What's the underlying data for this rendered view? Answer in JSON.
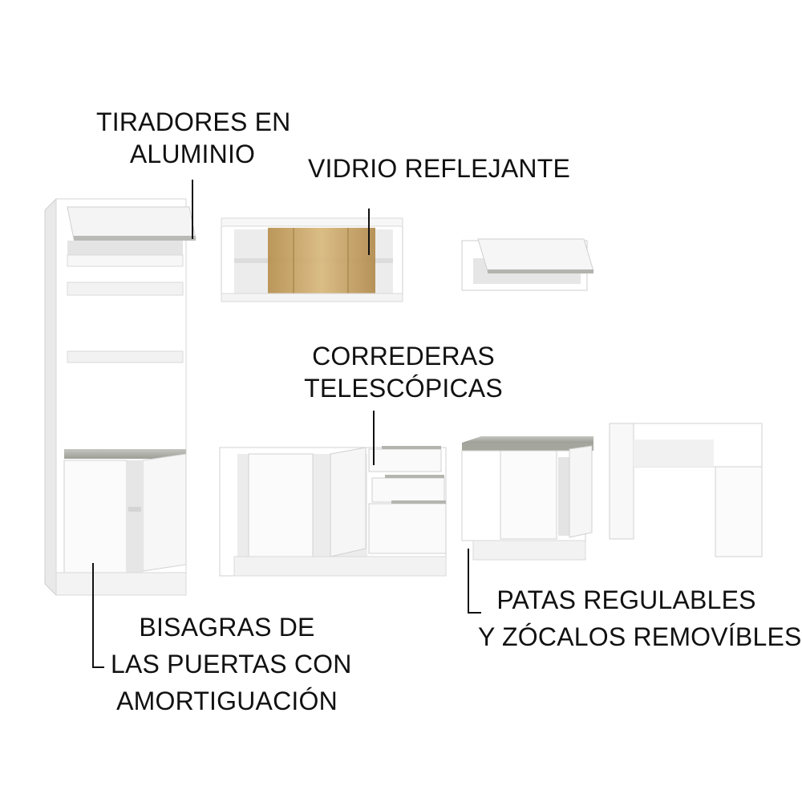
{
  "labels": {
    "tiradores": {
      "line1": "TIRADORES EN",
      "line2": "ALUMINIO"
    },
    "vidrio": {
      "line1": "VIDRIO REFLEJANTE"
    },
    "correderas": {
      "line1": "CORREDERAS",
      "line2": "TELESCÓPICAS"
    },
    "bisagras": {
      "line1": "BISAGRAS DE",
      "line2": "LAS PUERTAS CON",
      "line3": "AMORTIGUACIÓN"
    },
    "patas": {
      "line1": "PATAS REGULABLES",
      "line2": "Y ZÓCALOS REMOVÍBLES"
    }
  },
  "colors": {
    "cabinet_white": "#ffffff",
    "edge_grey": "#d9d9d9",
    "shadow_grey": "#bfbfbf",
    "countertop": "#a9aaa2",
    "glass_amber": "#c8a15a",
    "callout_line": "#111111"
  }
}
